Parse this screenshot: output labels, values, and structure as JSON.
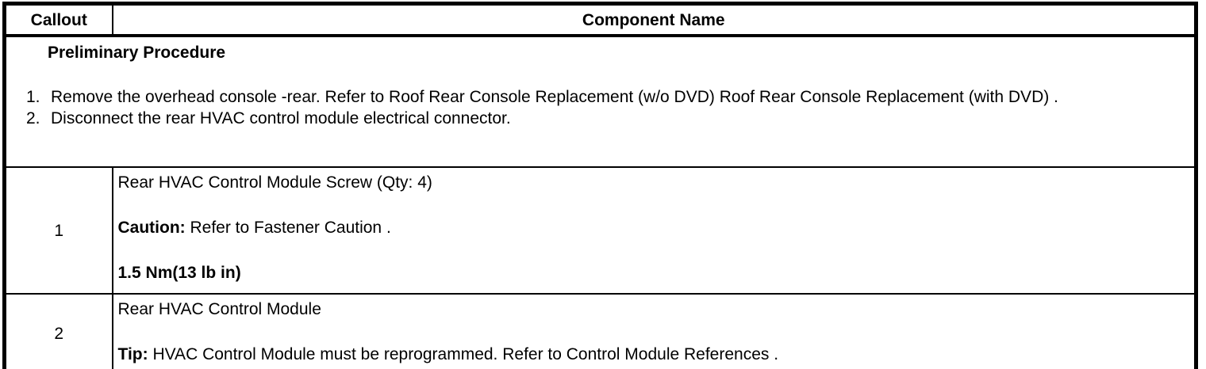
{
  "header": {
    "callout": "Callout",
    "component": "Component Name"
  },
  "preliminary": {
    "title": "Preliminary Procedure",
    "steps": [
      {
        "num": "1.",
        "text": "Remove the overhead console -rear. Refer to Roof Rear Console Replacement (w/o DVD) Roof Rear Console Replacement (with DVD) ."
      },
      {
        "num": "2.",
        "text": "Disconnect the rear HVAC control module electrical connector."
      }
    ]
  },
  "rows": [
    {
      "callout": "1",
      "name": "Rear HVAC Control Module Screw (Qty: 4)",
      "note_label": "Caution:",
      "note_text": " Refer to Fastener Caution .",
      "torque": "1.5 Nm(13 lb in)"
    },
    {
      "callout": "2",
      "name": "Rear HVAC Control Module",
      "note_label": "Tip:",
      "note_text": " HVAC Control Module must be reprogrammed. Refer to Control Module References ."
    }
  ],
  "colors": {
    "border": "#000000",
    "text": "#000000",
    "background": "#ffffff"
  }
}
